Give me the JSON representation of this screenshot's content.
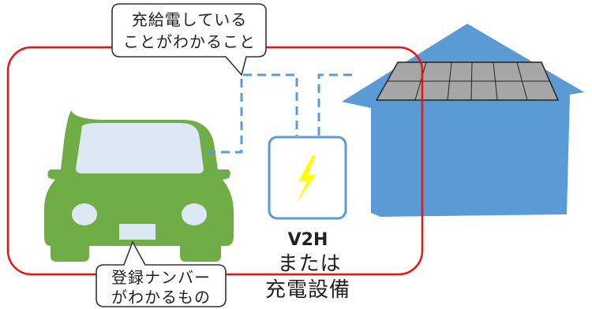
{
  "callouts": {
    "charging": {
      "line1": "充給電している",
      "line2": "ことがわかること"
    },
    "plate": {
      "line1": "登録ナンバー",
      "line2": "がわかるもの"
    }
  },
  "station": {
    "line1": "V2H",
    "line2": "または",
    "line3": "充電設備"
  },
  "icons": {
    "car": "car-icon",
    "house": "house-icon",
    "solar": "solar-panel-icon",
    "bolt": "lightning-bolt-icon"
  },
  "colors": {
    "car": "#70ad47",
    "house": "#5b9bd5",
    "panel": "#a6a6a6",
    "frame": "#ee1111",
    "cable": "#5b9bd5",
    "bolt": "#ffff00",
    "callout_border": "#333333"
  }
}
